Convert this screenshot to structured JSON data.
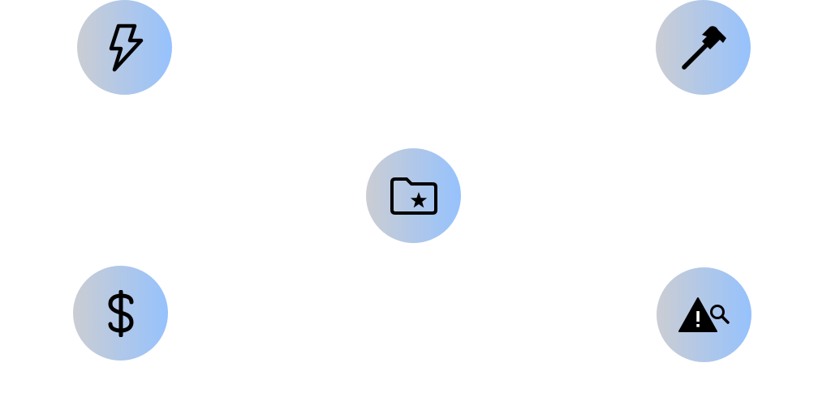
{
  "colors": {
    "gradient_start": "#cbcdd3",
    "gradient_end": "#96c2fd",
    "icon": "#000000",
    "background": "#ffffff"
  },
  "nodes": [
    {
      "id": "n-bolt",
      "icon": "lightning-bolt-icon"
    },
    {
      "id": "n-hammer",
      "icon": "hammer-icon"
    },
    {
      "id": "n-folder",
      "icon": "folder-star-icon"
    },
    {
      "id": "n-dollar",
      "icon": "dollar-sign-icon"
    },
    {
      "id": "n-warn",
      "icon": "warning-search-icon"
    }
  ]
}
